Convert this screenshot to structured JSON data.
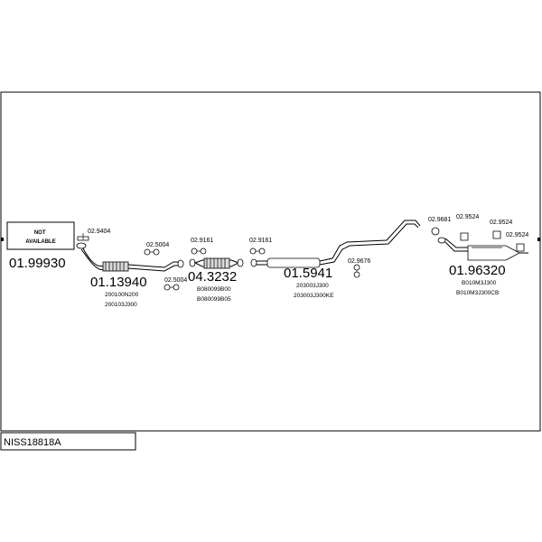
{
  "not_available": "NOT\nAVAILABLE",
  "code": "NISS18818A",
  "sections": [
    {
      "name": "01.99930"
    },
    {
      "name": "01.13940",
      "subs": [
        "200100N200",
        "200103J300"
      ]
    },
    {
      "name": "04.3232",
      "subs": [
        "B080099B00",
        "B080099B05"
      ]
    },
    {
      "name": "01.5941",
      "subs": [
        "203003J300",
        "203003J300KE"
      ]
    },
    {
      "name": "01.96320",
      "subs": [
        "B010M3J300",
        "B010M3J300CB"
      ]
    }
  ],
  "parts": [
    "02.9404",
    "02.5004",
    "02.5004",
    "02.9161",
    "02.9161",
    "02.9676",
    "02.9681",
    "02.9524",
    "02.9524",
    "02.9524"
  ]
}
